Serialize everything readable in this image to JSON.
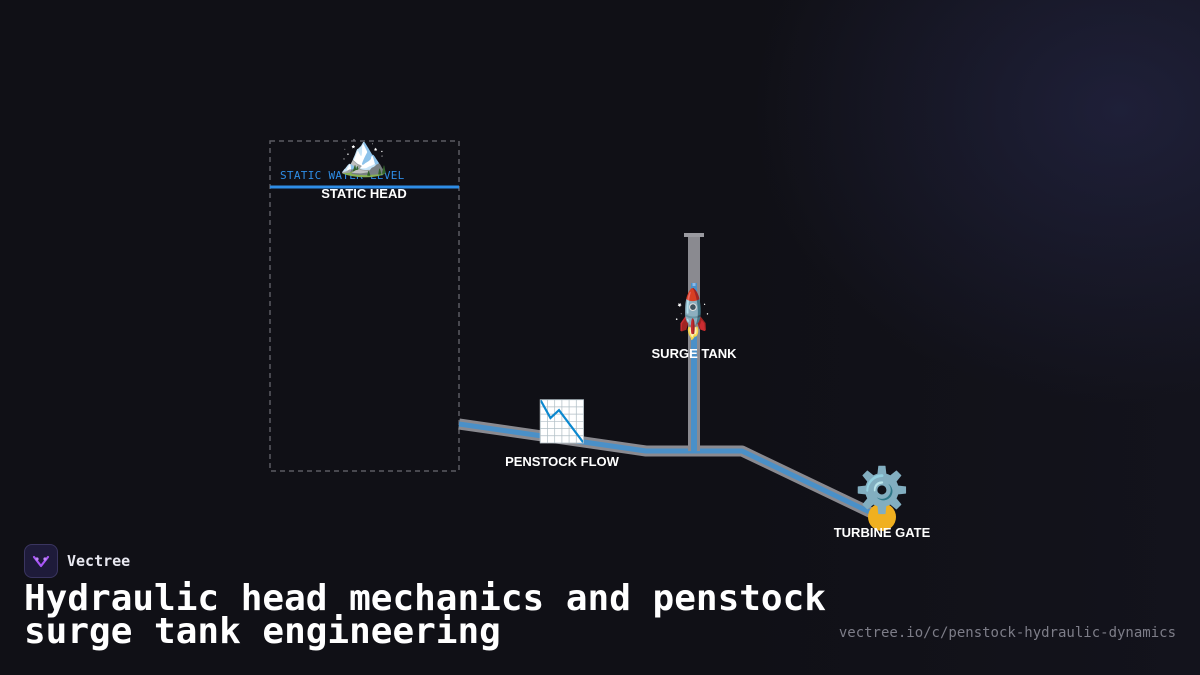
{
  "diagram": {
    "water_level_label": "STATIC WATER LEVEL",
    "nodes": {
      "static_head": {
        "label": "STATIC HEAD",
        "icon": "mountain-icon",
        "glyph": "🏔️"
      },
      "penstock_flow": {
        "label": "PENSTOCK FLOW",
        "icon": "chart-decreasing-icon",
        "glyph": "📉"
      },
      "surge_tank": {
        "label": "SURGE TANK",
        "icon": "rocket-icon",
        "glyph": "🚀"
      },
      "turbine_gate": {
        "label": "TURBINE GATE",
        "icon": "gear-icon",
        "glyph": "⚙️"
      }
    },
    "colors": {
      "water": "#2e8de6",
      "pipe": "#8a8a90",
      "flow": "#4a90c8",
      "reservoir_border": "#5a5a62",
      "gate_glow": "#f0b020"
    }
  },
  "branding": {
    "name": "Vectree",
    "title": "Hydraulic head mechanics and penstock surge tank engineering",
    "url": "vectree.io/c/penstock-hydraulic-dynamics"
  }
}
